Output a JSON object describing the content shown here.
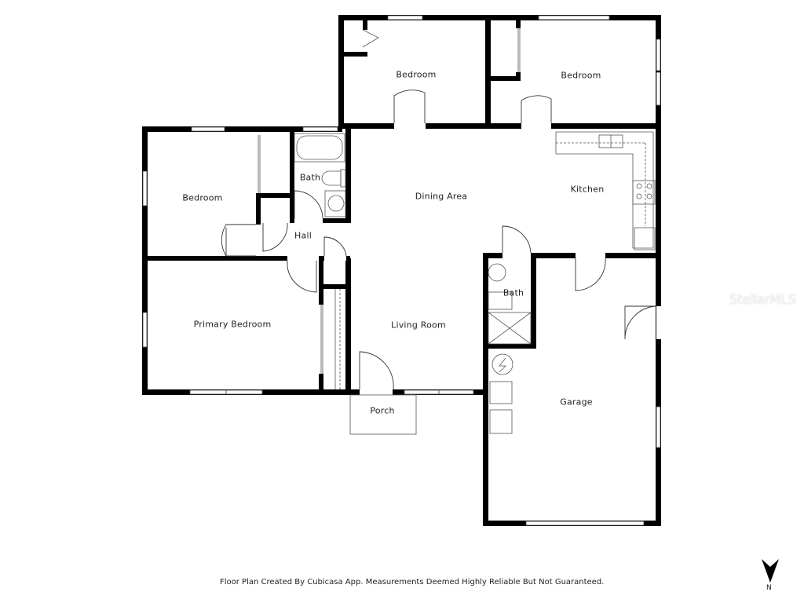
{
  "plan": {
    "rooms": [
      {
        "id": "bedroom-north-west",
        "label": "Bedroom"
      },
      {
        "id": "bedroom-north-east",
        "label": "Bedroom"
      },
      {
        "id": "bedroom-west",
        "label": "Bedroom"
      },
      {
        "id": "bath-hall",
        "label": "Bath"
      },
      {
        "id": "hall",
        "label": "Hall"
      },
      {
        "id": "dining-area",
        "label": "Dining Area"
      },
      {
        "id": "kitchen",
        "label": "Kitchen"
      },
      {
        "id": "primary-bedroom",
        "label": "Primary Bedroom"
      },
      {
        "id": "living-room",
        "label": "Living Room"
      },
      {
        "id": "bath-garage",
        "label": "Bath"
      },
      {
        "id": "porch",
        "label": "Porch"
      },
      {
        "id": "garage",
        "label": "Garage"
      }
    ]
  },
  "footer": {
    "note": "Floor Plan Created By Cubicasa App. Measurements Deemed Highly Reliable But Not Guaranteed."
  },
  "compass": {
    "label": "N"
  },
  "watermark": {
    "text": "StellarMLS"
  },
  "colors": {
    "wall": "#000000",
    "fixture": "#555555",
    "background": "#ffffff"
  }
}
